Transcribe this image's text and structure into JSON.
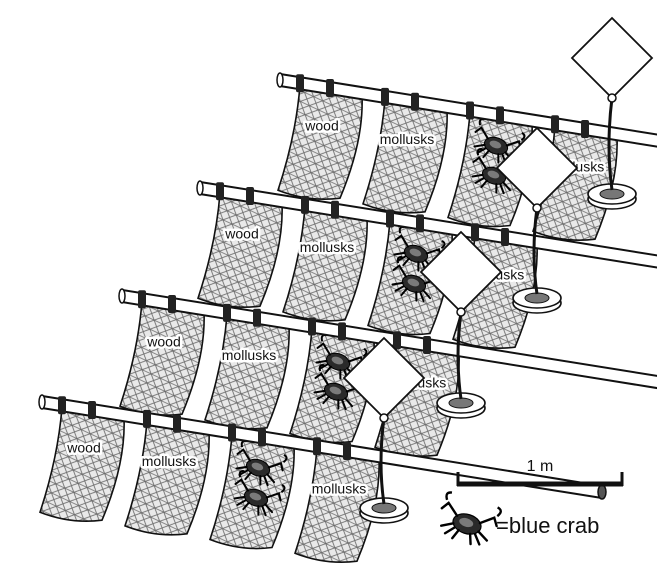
{
  "rows": [
    {
      "bags": [
        "wood",
        "mollusks",
        "crab",
        "mollusks"
      ]
    },
    {
      "bags": [
        "wood",
        "mollusks",
        "crab",
        "mollusks"
      ]
    },
    {
      "bags": [
        "wood",
        "mollusks",
        "crab",
        "mollusks"
      ]
    },
    {
      "bags": [
        "wood",
        "mollusks",
        "crab",
        "mollusks"
      ]
    }
  ],
  "labels": {
    "wood": "wood",
    "mollusks": "mollusks"
  },
  "scale_bar": {
    "label": "1 m"
  },
  "legend": {
    "label": "=blue crab",
    "icon": "blue-crab-icon"
  }
}
